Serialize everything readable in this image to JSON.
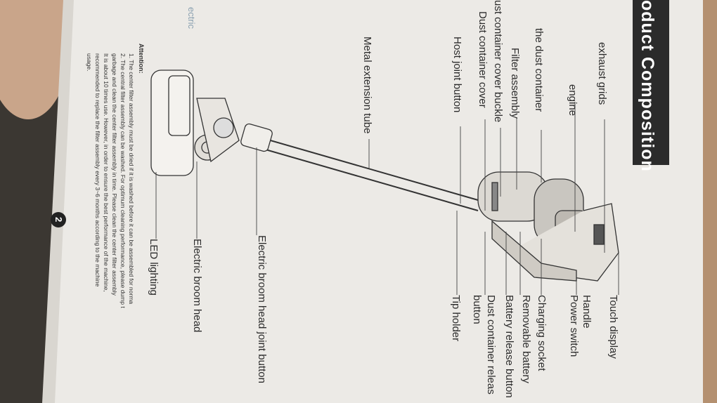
{
  "manual": {
    "title": "oduct Composition",
    "page_number": "2",
    "left_labels": [
      "exhaust grids",
      "engine",
      "the dust container",
      "Filter assembly",
      "ust container cover buckle",
      "Dust container cover",
      "Host joint button",
      "Metal extension tube"
    ],
    "right_labels": [
      "Touch display",
      "Handle",
      "Power switch",
      "Charging socket",
      "Removable battery",
      "Battery release button",
      "Dust container releas",
      "button",
      "Tip holder",
      "Electric broom head joint button",
      "Electric broom head",
      "LED lighting"
    ],
    "side_tab_text": "ectric",
    "attention": {
      "heading": "Attention:",
      "lines": [
        "1. The center filter assembly must be dried if it is washed before it can be assembled for norma",
        "2. The central filter assembly can be washed. For optimum cleaning performance, please dump t",
        "garbage and clean the center filter assembly in time. Please clean the center filter assembly",
        "It is about 10 times use. However, in order to ensure the best performance of the machine,",
        "recommended to replace the filter assembly every 3~6 months according to the machine",
        "usage."
      ]
    },
    "colors": {
      "page": "#eceae6",
      "title_band": "#2b2b2b",
      "background": "#3a3631"
    }
  }
}
